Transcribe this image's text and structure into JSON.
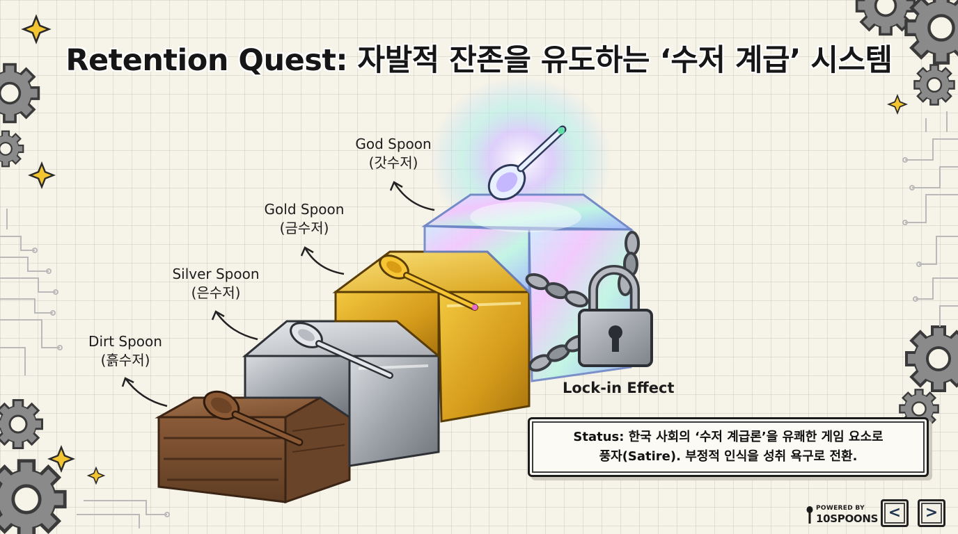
{
  "title": "Retention Quest: 자발적 잔존을 유도하는 ‘수저 계급’ 시스템",
  "tiers": [
    {
      "name": "Dirt Spoon",
      "korean": "(흙수저)"
    },
    {
      "name": "Silver Spoon",
      "korean": "(은수저)"
    },
    {
      "name": "Gold Spoon",
      "korean": "(금수저)"
    },
    {
      "name": "God Spoon",
      "korean": "(갓수저)"
    }
  ],
  "lock_label": "Lock-in Effect",
  "status": {
    "line1": "Status: 한국 사회의 ‘수저 계급론’을 유쾌한 게임 요소로",
    "line2": "풍자(Satire). 부정적 인식을 성취 욕구로 전환."
  },
  "footer": {
    "powered_small": "POWERED BY",
    "powered_brand": "10SPOONS",
    "prev_icon": "chevron-left-icon",
    "next_icon": "chevron-right-icon",
    "prev_glyph": "<",
    "next_glyph": ">"
  },
  "colors": {
    "wood": "#8a5a38",
    "silver": "#b9bcc0",
    "gold": "#e2b52a",
    "crystal": "#c9d8ff",
    "chain": "#8e939a"
  }
}
